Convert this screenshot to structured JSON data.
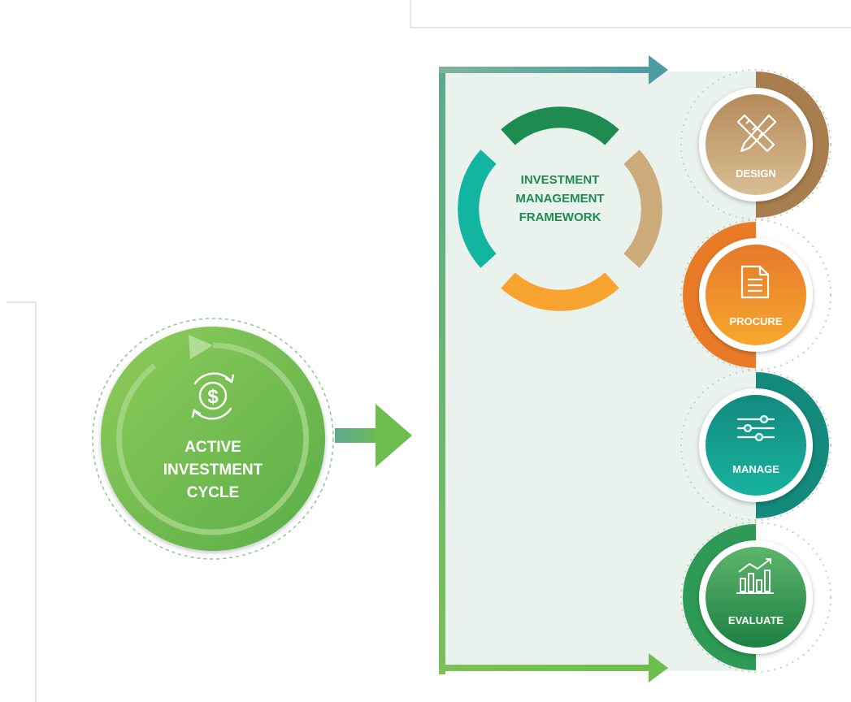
{
  "cycle": {
    "title_lines": [
      "ACTIVE",
      "INVESTMENT",
      "CYCLE"
    ],
    "icon": "dollar-cycle-icon"
  },
  "framework": {
    "title_lines": [
      "INVESTMENT",
      "MANAGEMENT",
      "FRAMEWORK"
    ]
  },
  "stages": [
    {
      "label": "DESIGN",
      "icon": "pencil-ruler-icon",
      "color": "#C4A378"
    },
    {
      "label": "PROCURE",
      "icon": "document-icon",
      "color": "#F39A2A"
    },
    {
      "label": "MANAGE",
      "icon": "sliders-icon",
      "color": "#14A590"
    },
    {
      "label": "EVALUATE",
      "icon": "bar-chart-icon",
      "color": "#2E9A55"
    }
  ],
  "colors": {
    "cycle_green": "#6DBE4F",
    "framework_text": "#1E8C50",
    "ring_top": "#1E8C50",
    "ring_right": "#CDAA7A",
    "ring_bottom": "#F7A330",
    "ring_left": "#12B5A0",
    "panel": "#EAF2EE"
  }
}
